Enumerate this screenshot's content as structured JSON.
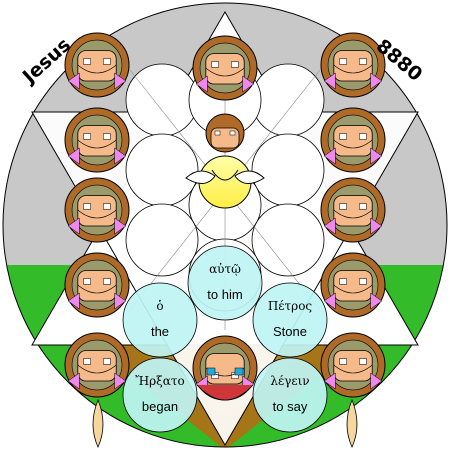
{
  "header": {
    "name": "Jesus",
    "number": "8880"
  },
  "words": [
    {
      "greek": "αὐτῷ",
      "english": "to him"
    },
    {
      "greek": "ὁ",
      "english": "the"
    },
    {
      "greek": "Πέτρος",
      "english": "Stone"
    },
    {
      "greek": "Ἤρξατο",
      "english": "began"
    },
    {
      "greek": "λέγειν",
      "english": "to say"
    }
  ],
  "colors": {
    "sky": "#c8c8c8",
    "ground": "#33bb2a",
    "earth": "#b5821d",
    "face": "#f5b98a",
    "head": "#b06a28",
    "word_circle": "#bff4f4",
    "halo": "#ffff77",
    "blossom": "#ee88ee"
  }
}
